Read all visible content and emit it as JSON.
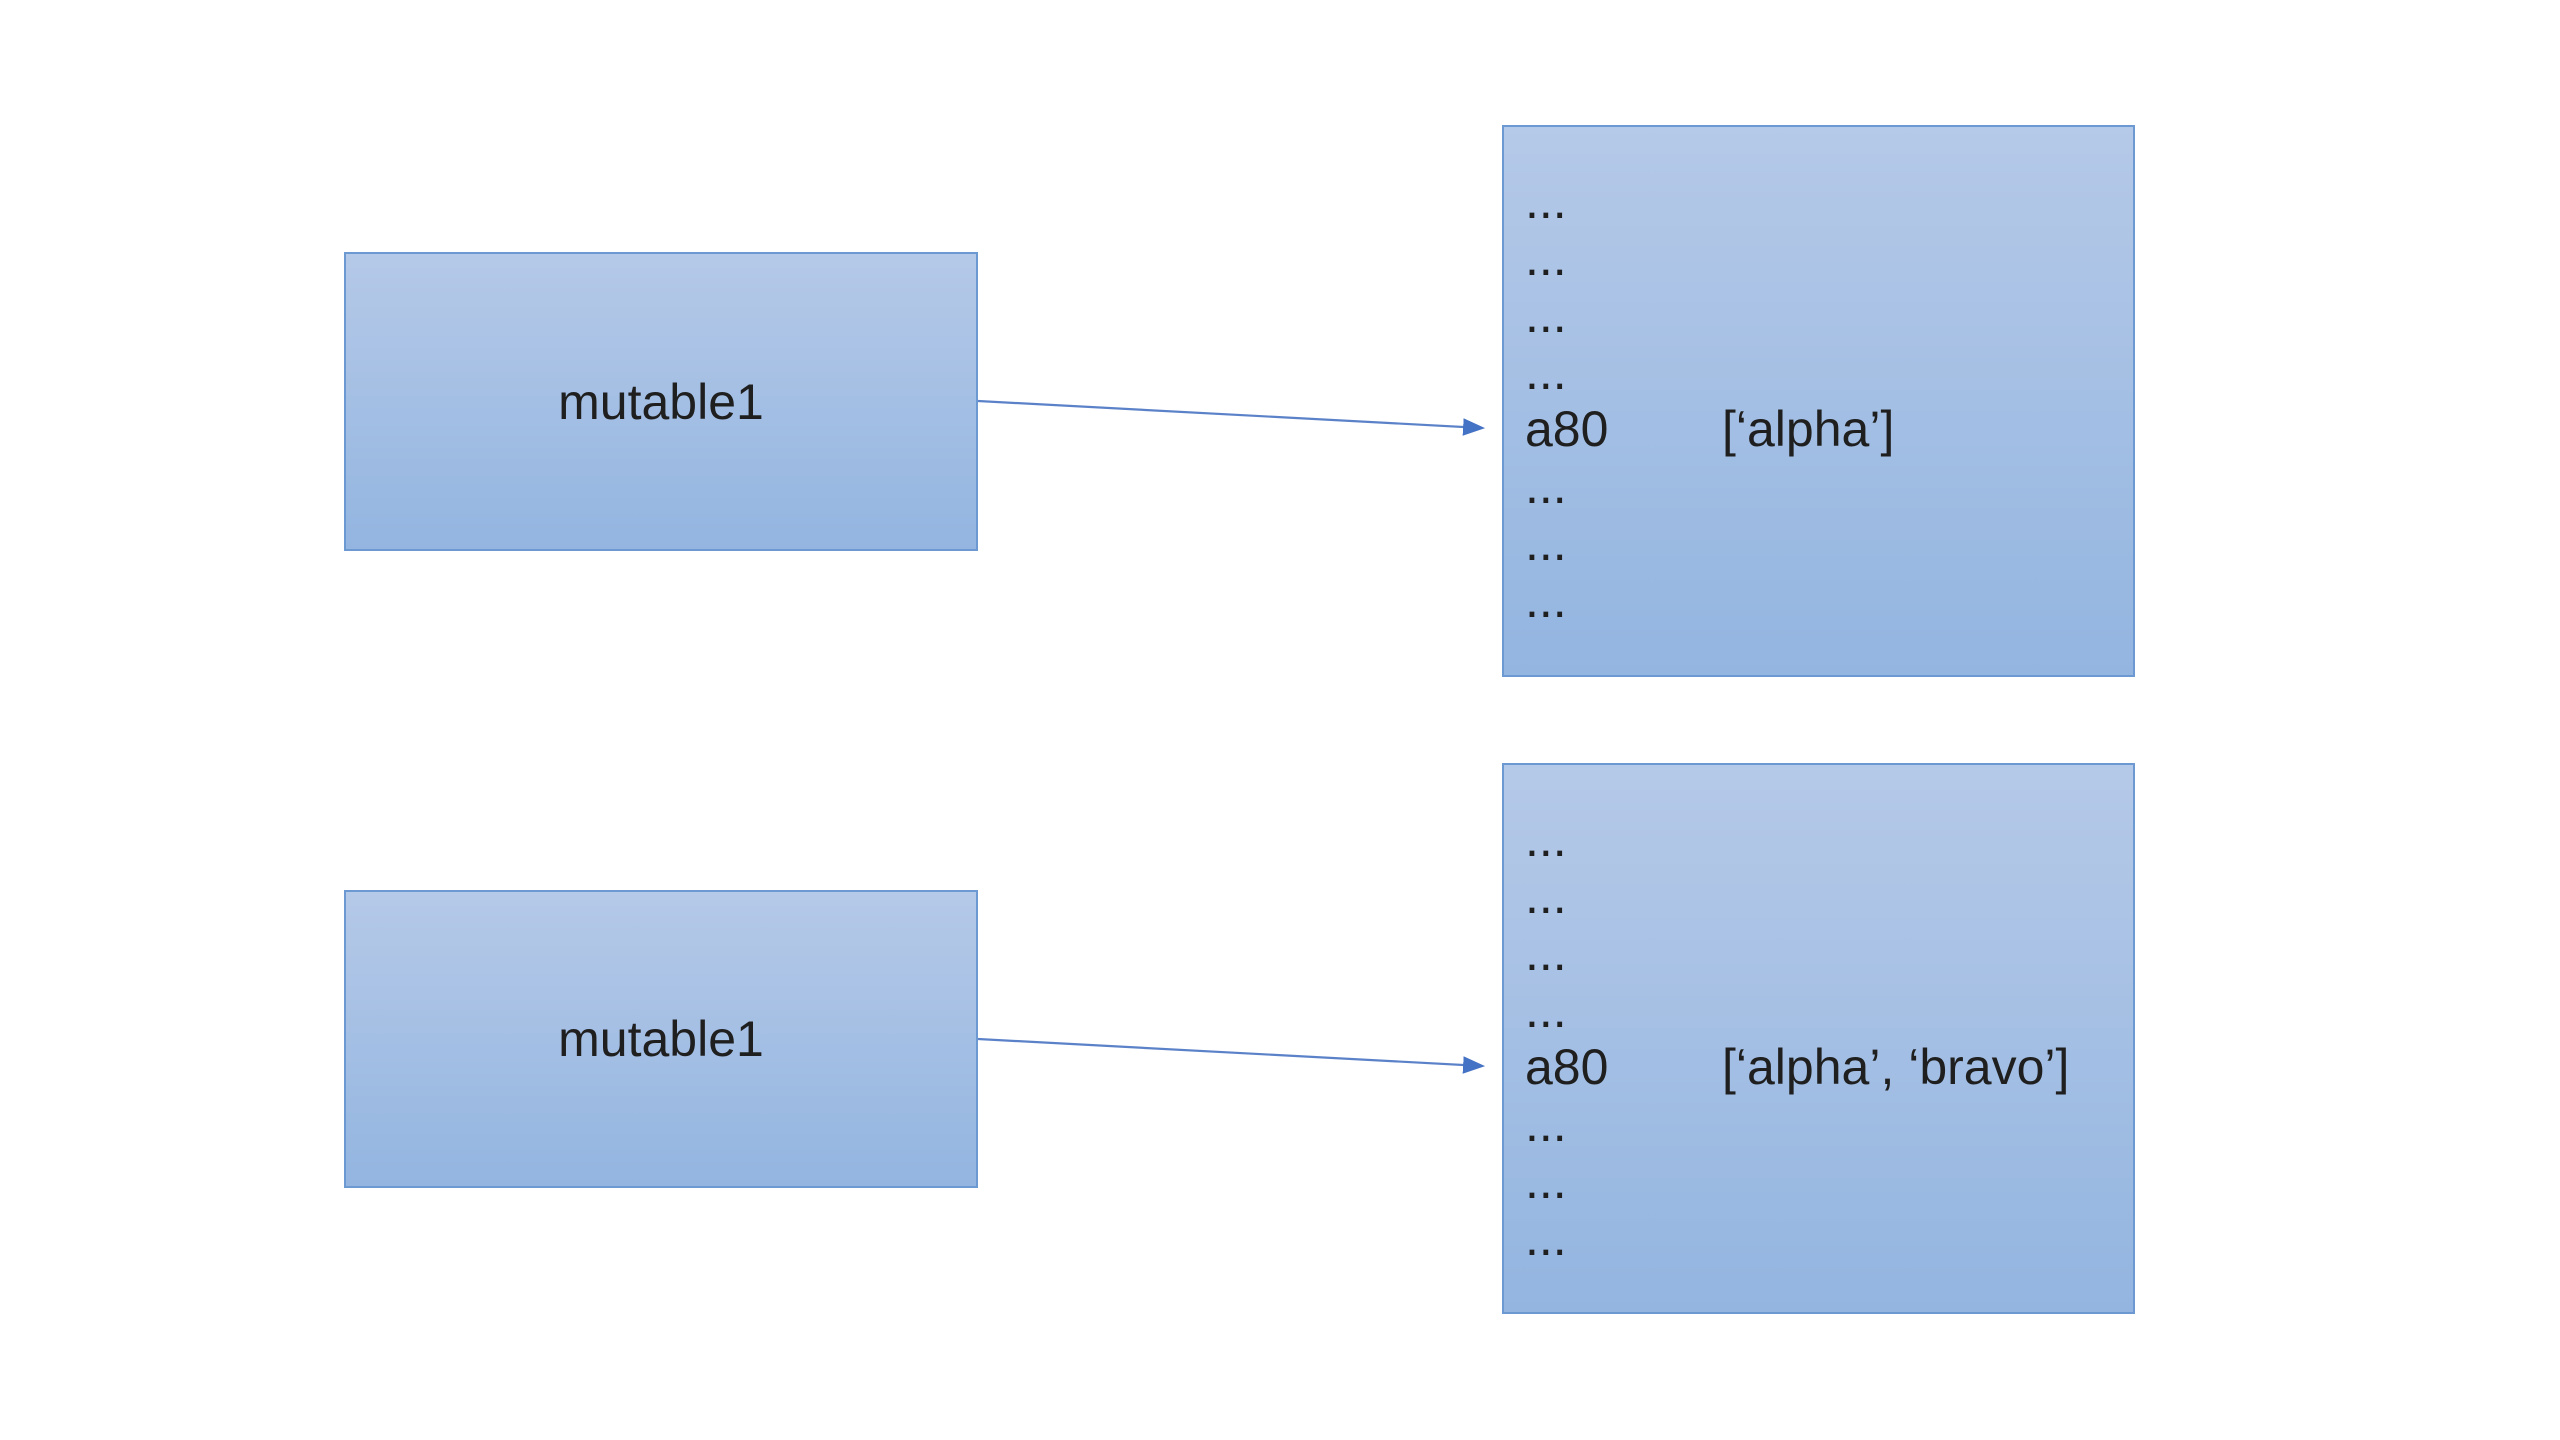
{
  "colors": {
    "box-fill-top": "#b5c9e8",
    "box-fill-bottom": "#93b5e0",
    "box-border": "#6d99d2",
    "arrow-line": "#5b82c9",
    "arrowhead": "#4472c4",
    "text-color": "#1f1f1f"
  },
  "before": {
    "variable_label": "mutable1",
    "memory": {
      "rows_before": [
        "...",
        "...",
        "...",
        "..."
      ],
      "address": "a80",
      "value": "[‘alpha’]",
      "rows_after": [
        "...",
        "...",
        "..."
      ]
    }
  },
  "after": {
    "variable_label": "mutable1",
    "memory": {
      "rows_before": [
        "...",
        "...",
        "...",
        "..."
      ],
      "address": "a80",
      "value": "[‘alpha’, ‘bravo’]",
      "rows_after": [
        "...",
        "...",
        "..."
      ]
    }
  }
}
